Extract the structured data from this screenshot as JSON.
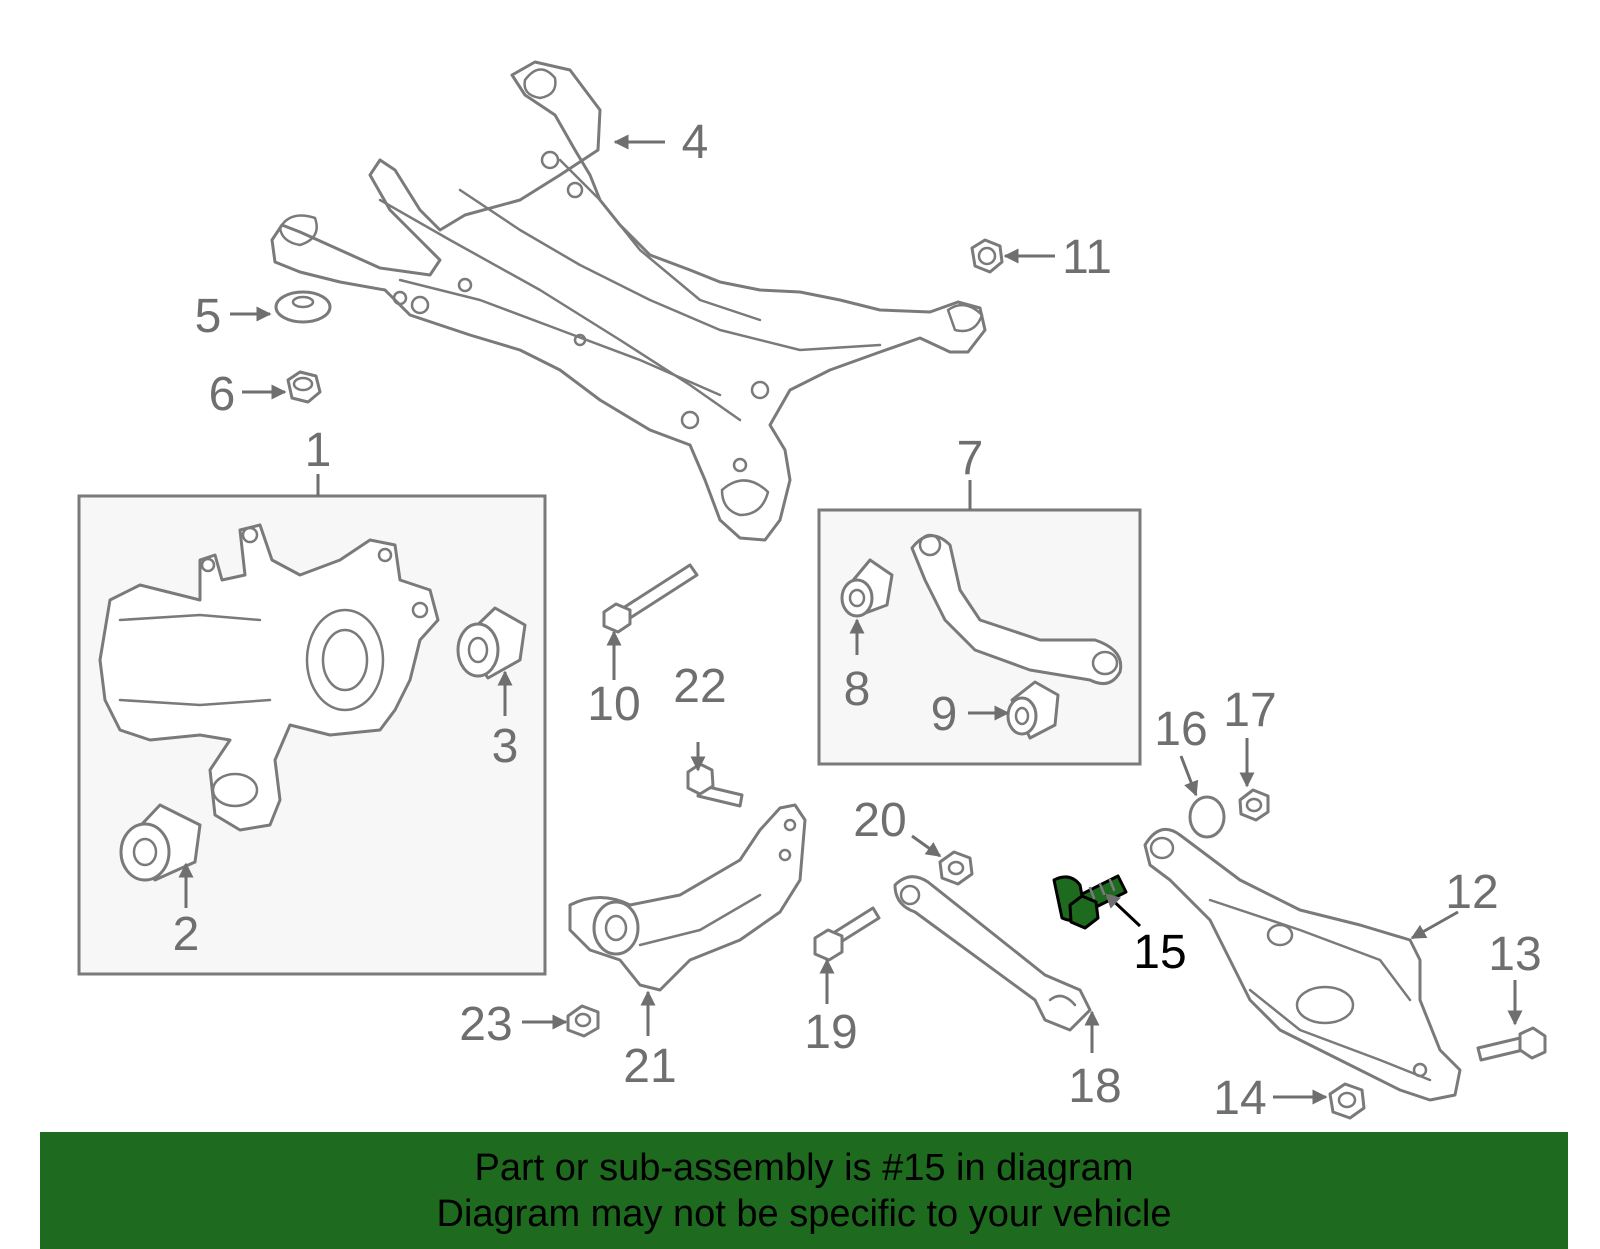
{
  "parts": [
    {
      "id": "1",
      "name": "knuckle-assembly"
    },
    {
      "id": "2",
      "name": "bushing"
    },
    {
      "id": "3",
      "name": "bushing"
    },
    {
      "id": "4",
      "name": "crossmember"
    },
    {
      "id": "5",
      "name": "washer"
    },
    {
      "id": "6",
      "name": "nut"
    },
    {
      "id": "7",
      "name": "upper-arm-assembly"
    },
    {
      "id": "8",
      "name": "bushing"
    },
    {
      "id": "9",
      "name": "bushing"
    },
    {
      "id": "10",
      "name": "bolt"
    },
    {
      "id": "11",
      "name": "nut"
    },
    {
      "id": "12",
      "name": "lower-arm"
    },
    {
      "id": "13",
      "name": "bolt"
    },
    {
      "id": "14",
      "name": "nut"
    },
    {
      "id": "15",
      "name": "cam-bolt"
    },
    {
      "id": "16",
      "name": "ring"
    },
    {
      "id": "17",
      "name": "nut"
    },
    {
      "id": "18",
      "name": "toe-link"
    },
    {
      "id": "19",
      "name": "bolt"
    },
    {
      "id": "20",
      "name": "nut"
    },
    {
      "id": "21",
      "name": "trailing-arm"
    },
    {
      "id": "22",
      "name": "bolt"
    },
    {
      "id": "23",
      "name": "nut"
    }
  ],
  "highlighted_part": "15",
  "colors": {
    "highlight": "#1e6a1e",
    "line": "#7a7a7a",
    "label": "#6f6f6f",
    "banner_background": "#1e6a1e"
  },
  "banner": {
    "line1": "Part or sub-assembly is #15 in diagram",
    "line2": "Diagram may not be specific to your vehicle"
  }
}
